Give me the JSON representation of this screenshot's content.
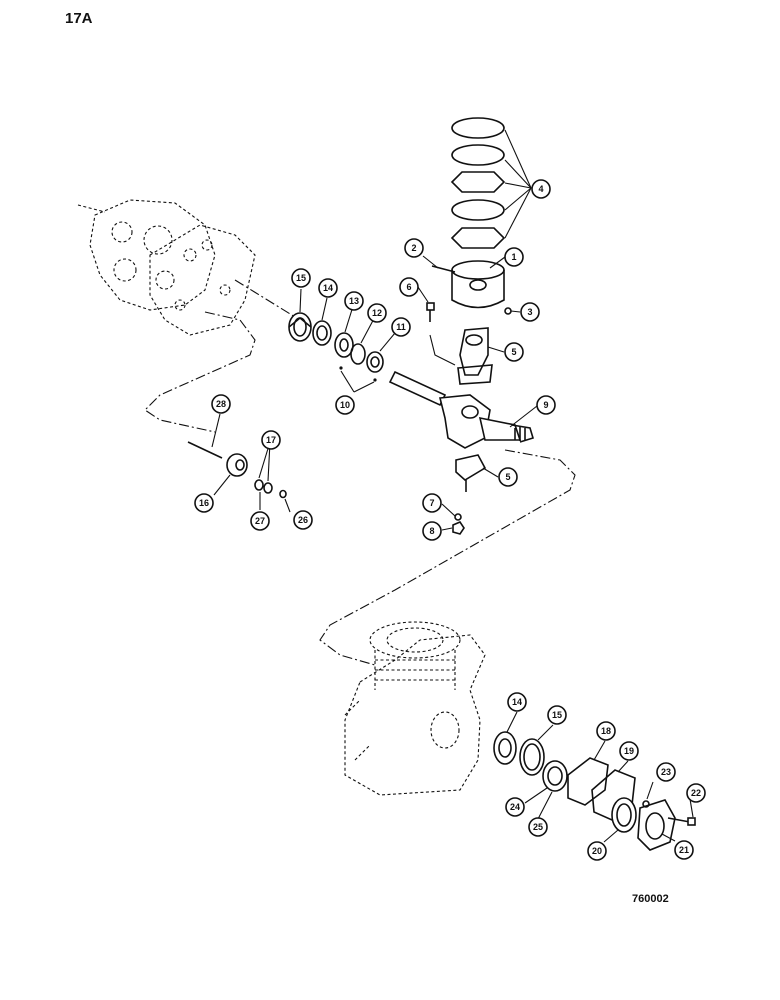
{
  "page_label": "17A",
  "drawing_code": "760002",
  "callouts": [
    "1",
    "2",
    "3",
    "4",
    "5",
    "5",
    "6",
    "7",
    "8",
    "9",
    "10",
    "11",
    "12",
    "13",
    "14",
    "15",
    "16",
    "17",
    "26",
    "27",
    "28",
    "14",
    "15",
    "18",
    "19",
    "20",
    "21",
    "22",
    "23",
    "24",
    "25"
  ]
}
